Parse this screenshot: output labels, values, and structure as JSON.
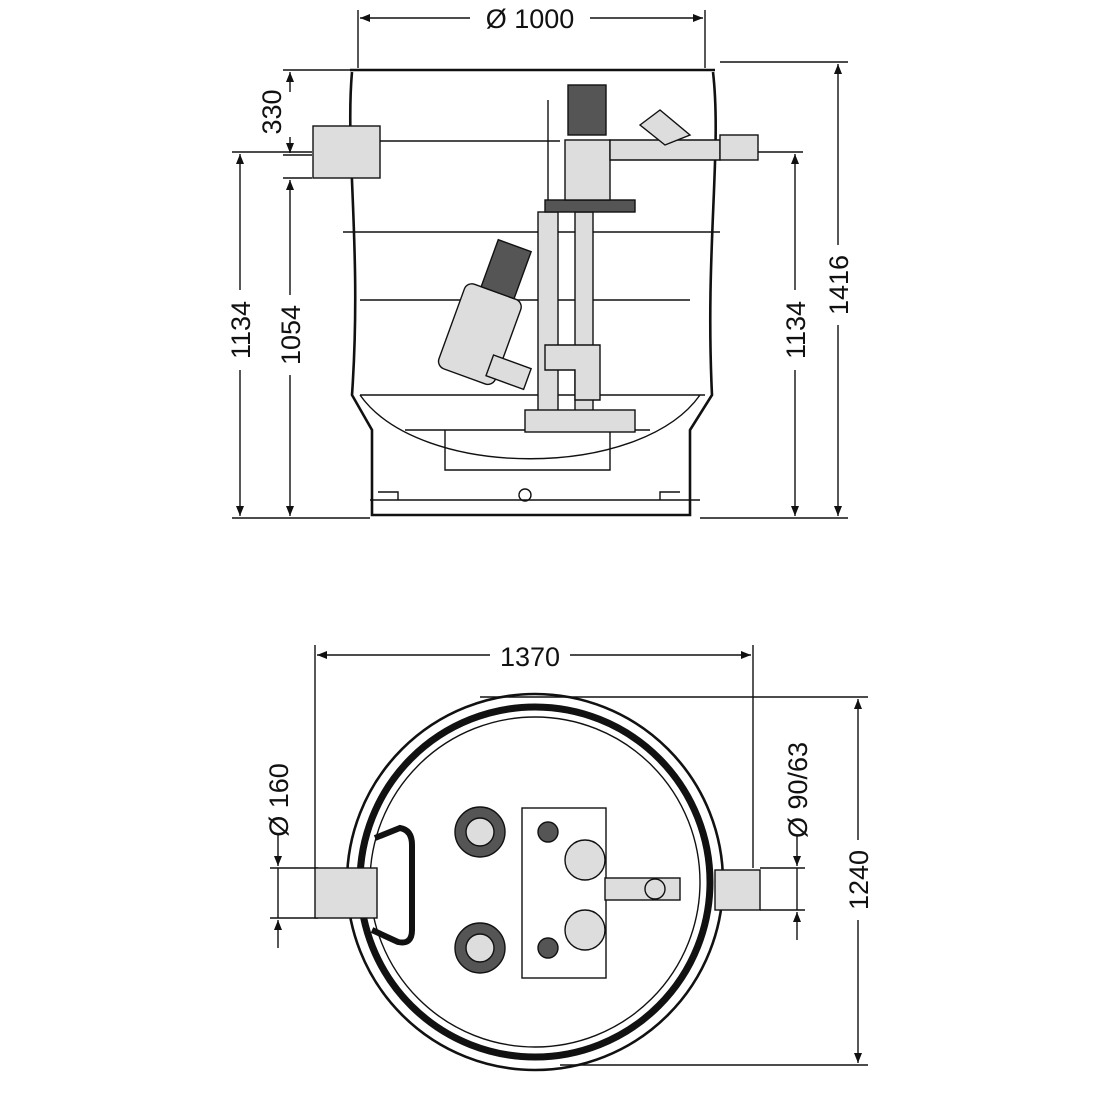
{
  "side_view": {
    "diameter_top": "Ø 1000",
    "inlet_height": "330",
    "height_left_outer": "1134",
    "height_left_inner": "1054",
    "height_right": "1134",
    "total_height": "1416"
  },
  "top_view": {
    "width": "1370",
    "inlet_diameter": "Ø 160",
    "outlet_diameter": "Ø 90/63",
    "depth": "1240"
  }
}
